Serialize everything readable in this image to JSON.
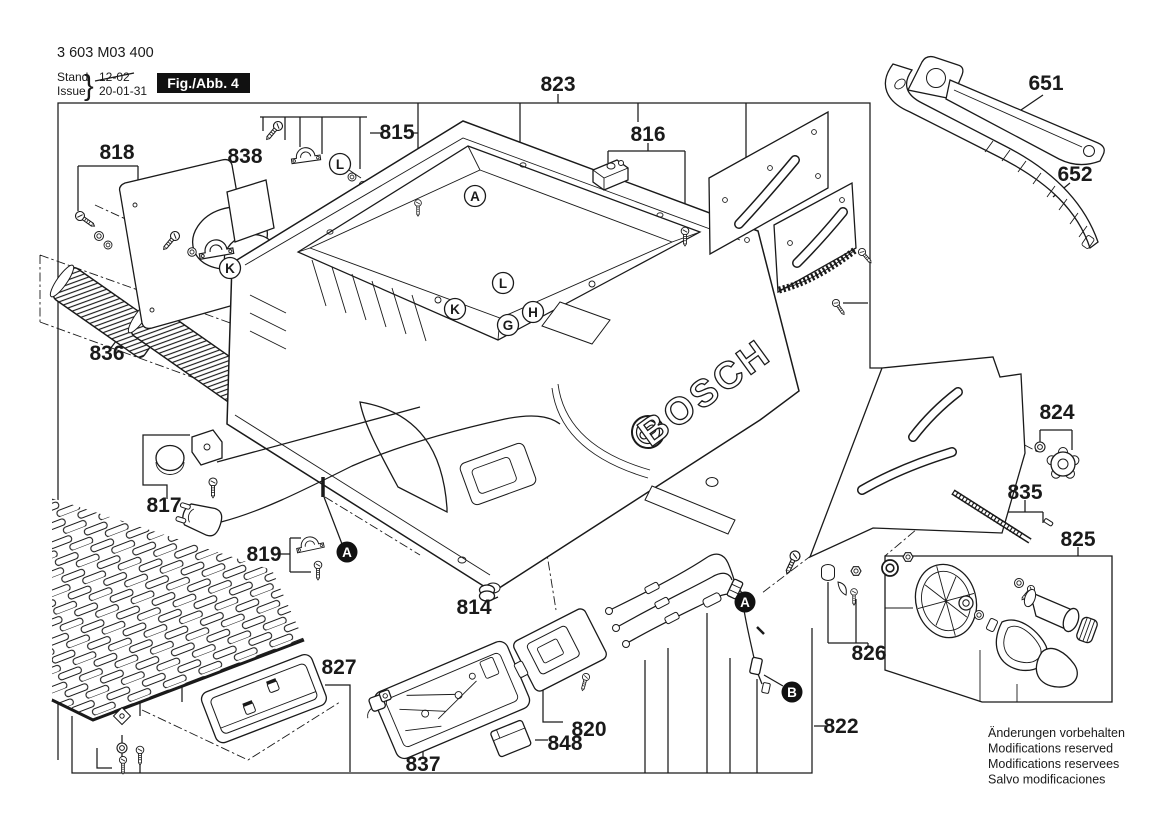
{
  "header": {
    "part_number": "3 603 M03 400",
    "stand_label": "Stand",
    "issue_label": "Issue",
    "brace": "}",
    "old_date": "12-02",
    "date": "20-01-31",
    "figure_label": "Fig./Abb. 4"
  },
  "brand": {
    "logo_text": "BOSCH"
  },
  "parts": [
    {
      "num": "818"
    },
    {
      "num": "838"
    },
    {
      "num": "815"
    },
    {
      "num": "823"
    },
    {
      "num": "816"
    },
    {
      "num": "651"
    },
    {
      "num": "652"
    },
    {
      "num": "836"
    },
    {
      "num": "817"
    },
    {
      "num": "819"
    },
    {
      "num": "814"
    },
    {
      "num": "827"
    },
    {
      "num": "837"
    },
    {
      "num": "848"
    },
    {
      "num": "820"
    },
    {
      "num": "822"
    },
    {
      "num": "826"
    },
    {
      "num": "824"
    },
    {
      "num": "835"
    },
    {
      "num": "825"
    }
  ],
  "callouts": [
    {
      "letter": "L"
    },
    {
      "letter": "K"
    },
    {
      "letter": "A"
    },
    {
      "letter": "K"
    },
    {
      "letter": "L"
    },
    {
      "letter": "G"
    },
    {
      "letter": "H"
    },
    {
      "letter": "A"
    },
    {
      "letter": "A"
    },
    {
      "letter": "B"
    }
  ],
  "notes": {
    "lines": [
      "Änderungen vorbehalten",
      "Modifications reserved",
      "Modifications reservees",
      "Salvo modificaciones"
    ]
  },
  "colors": {
    "ink": "#1a1a1a",
    "paper": "#ffffff",
    "label_bg": "#111111",
    "label_fg": "#ffffff"
  }
}
